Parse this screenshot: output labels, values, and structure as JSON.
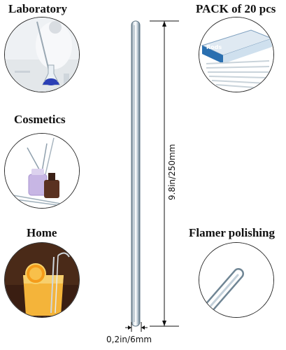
{
  "labels": {
    "laboratory": "Laboratory",
    "cosmetics": "Cosmetics",
    "home": "Home",
    "pack": "PACK of 20 pcs",
    "flamer": "Flamer polishing"
  },
  "dimensions": {
    "length": "9.8in/250mm",
    "diameter": "0,2in/6mm"
  },
  "package_brand": "Rods",
  "colors": {
    "outline": "#2a2a2a",
    "glass": "#6f8594",
    "glass_highlight": "#d8e2ea",
    "lab_liquid": "#2b3fb5",
    "cosmetic_liquid": "#b9a5dc",
    "drink": "#f2a21d",
    "package_blue": "#2a6fb0"
  }
}
